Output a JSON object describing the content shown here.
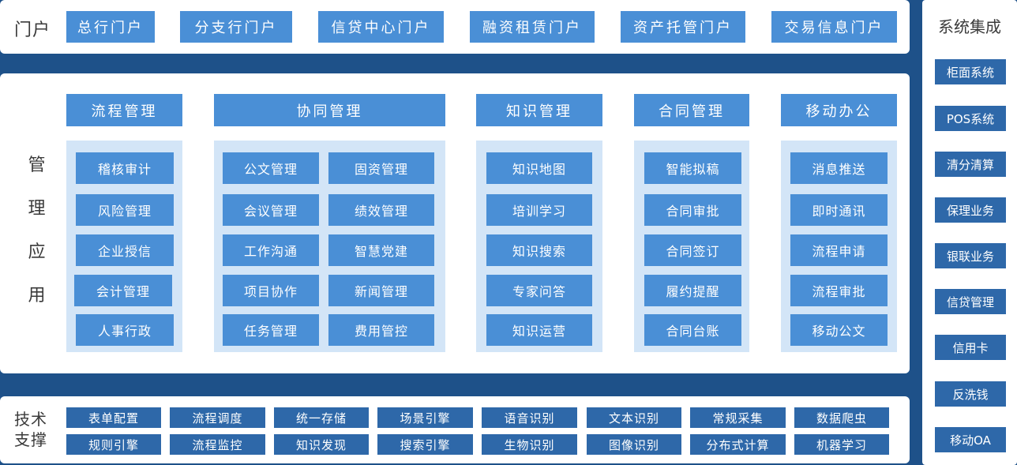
{
  "portal": {
    "label": "门户",
    "items": [
      "总行门户",
      "分支行门户",
      "信贷中心门户",
      "融资租赁门户",
      "资产托管门户",
      "交易信息门户"
    ]
  },
  "management": {
    "label": "管理应用",
    "columns": [
      {
        "title": "流程管理",
        "items": [
          "稽核审计",
          "风险管理",
          "企业授信",
          "会计管理",
          "人事行政"
        ]
      },
      {
        "title": "协同管理",
        "items": [
          "公文管理",
          "固资管理",
          "会议管理",
          "绩效管理",
          "工作沟通",
          "智慧党建",
          "项目协作",
          "新闻管理",
          "任务管理",
          "费用管控"
        ]
      },
      {
        "title": "知识管理",
        "items": [
          "知识地图",
          "培训学习",
          "知识搜索",
          "专家问答",
          "知识运营"
        ]
      },
      {
        "title": "合同管理",
        "items": [
          "智能拟稿",
          "合同审批",
          "合同签订",
          "履约提醒",
          "合同台账"
        ]
      },
      {
        "title": "移动办公",
        "items": [
          "消息推送",
          "即时通讯",
          "流程申请",
          "流程审批",
          "移动公文"
        ]
      }
    ]
  },
  "tech": {
    "label": "技术支撑",
    "row1": [
      "表单配置",
      "流程调度",
      "统一存储",
      "场景引擎",
      "语音识别",
      "文本识别",
      "常规采集",
      "数据爬虫"
    ],
    "row2": [
      "规则引擎",
      "流程监控",
      "知识发现",
      "搜索引擎",
      "生物识别",
      "图像识别",
      "分布式计算",
      "机器学习"
    ]
  },
  "systems": {
    "title": "系统集成",
    "items": [
      "柜面系统",
      "POS系统",
      "清分清算",
      "保理业务",
      "银联业务",
      "信贷管理",
      "信用卡",
      "反洗钱",
      "移动OA"
    ]
  },
  "colors": {
    "background": "#1e5189",
    "button": "#4a8fd6",
    "dark_button": "#2e68a9",
    "column_bg": "#d3e5f7"
  }
}
